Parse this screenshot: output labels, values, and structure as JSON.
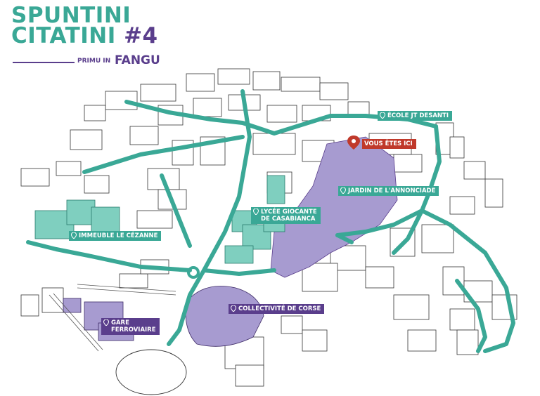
{
  "header": {
    "title_line1": "SPUNTINI",
    "title_line2": "CITATINI",
    "episode": "#4",
    "subtitle_prefix": "PRIMU IN",
    "subtitle_name": "FANGU"
  },
  "colors": {
    "teal": "#3aa896",
    "purple": "#5a3e8c",
    "lavender": "#a79bd0",
    "red": "#c0392b"
  },
  "map": {
    "icon": "map-pin-icon",
    "labels": [
      {
        "id": "ecole",
        "text": "ÉCOLE JT DESANTI",
        "kind": "teal"
      },
      {
        "id": "vous",
        "text": "VOUS ÊTES ICI",
        "kind": "red"
      },
      {
        "id": "jardin",
        "text": "JARDIN DE L'ANNONCIADE",
        "kind": "teal"
      },
      {
        "id": "lycee",
        "line1": "LYCÉE GIOCANTE",
        "line2": "DE CASABIANCA",
        "kind": "teal"
      },
      {
        "id": "cezanne",
        "text": "IMMEUBLE LE CÉZANNE",
        "kind": "teal"
      },
      {
        "id": "collectivite",
        "text": "COLLECTIVITÉ DE CORSE",
        "kind": "purple"
      },
      {
        "id": "gare",
        "line1": "GARE",
        "line2": "FERROVIAIRE",
        "kind": "purple"
      }
    ]
  }
}
